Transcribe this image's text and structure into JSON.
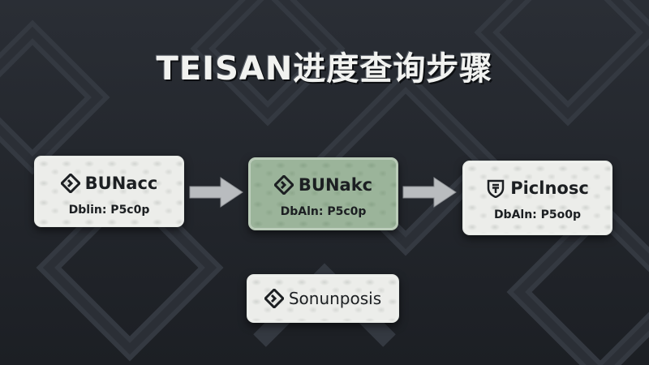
{
  "title": "TEISAN进度查询步骤",
  "steps": [
    {
      "icon": "diamond-arrow-icon",
      "title": "BUNacc",
      "subtitle": "Dblin: P5c0p"
    },
    {
      "icon": "diamond-arrow-icon",
      "title": "BUNakc",
      "subtitle": "DbAln: P5c0p"
    },
    {
      "icon": "shield-icon",
      "title": "Piclnosc",
      "subtitle": "DbAln: P5o0p"
    }
  ],
  "extra_step": {
    "icon": "diamond-arrow-icon",
    "label": "Sonunposis"
  },
  "colors": {
    "background": "#23272e",
    "card_light": "#ecedea",
    "card_highlight": "#9bb49a",
    "arrow": "#b9bcbf"
  }
}
